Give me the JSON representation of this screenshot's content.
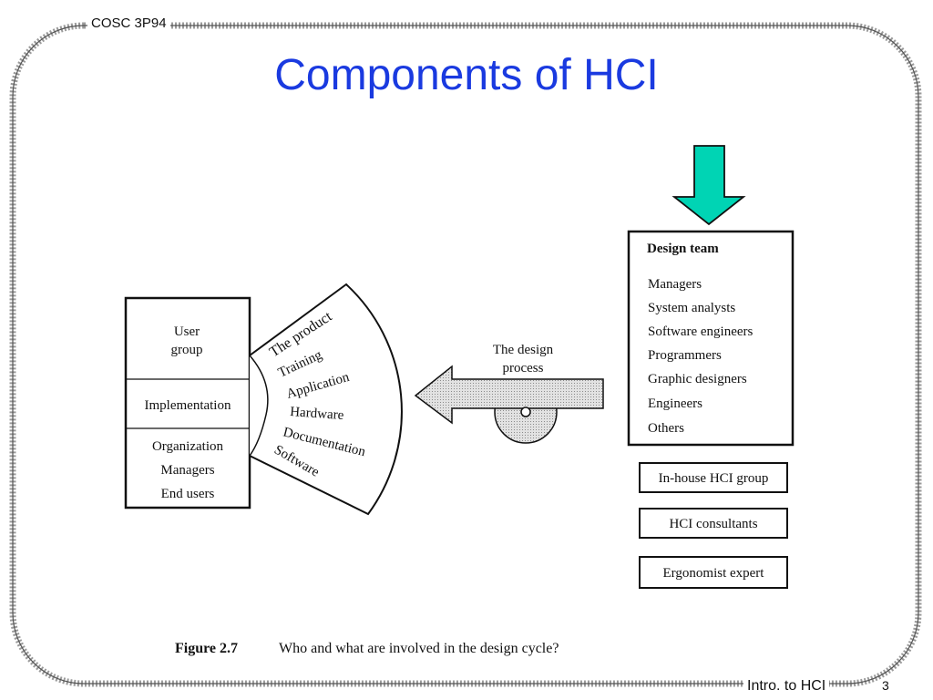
{
  "header": {
    "course": "COSC 3P94"
  },
  "slide": {
    "title": "Components of HCI"
  },
  "footer": {
    "label": "Intro. to HCI",
    "page": "3"
  },
  "diagram": {
    "stakeholders": {
      "user_group": [
        "User",
        "group"
      ],
      "implementation": "Implementation",
      "organization": [
        "Organization",
        "Managers",
        "End users"
      ]
    },
    "product_fan": [
      "The product",
      "Training",
      "Application",
      "Hardware",
      "Documentation",
      "Software"
    ],
    "design_process": [
      "The design",
      "process"
    ],
    "design_team": {
      "title": "Design team",
      "members": [
        "Managers",
        "System analysts",
        "Software engineers",
        "Programmers",
        "Graphic designers",
        "Engineers",
        "Others"
      ]
    },
    "other_groups": [
      "In-house HCI group",
      "HCI consultants",
      "Ergonomist expert"
    ],
    "figure_caption": {
      "number": "Figure 2.7",
      "text": "Who and what are involved in the design cycle?"
    },
    "colors": {
      "title": "#1a3ae0",
      "indicator_arrow": "#00d4b4",
      "process_arrow": "#c8c8c8"
    }
  }
}
